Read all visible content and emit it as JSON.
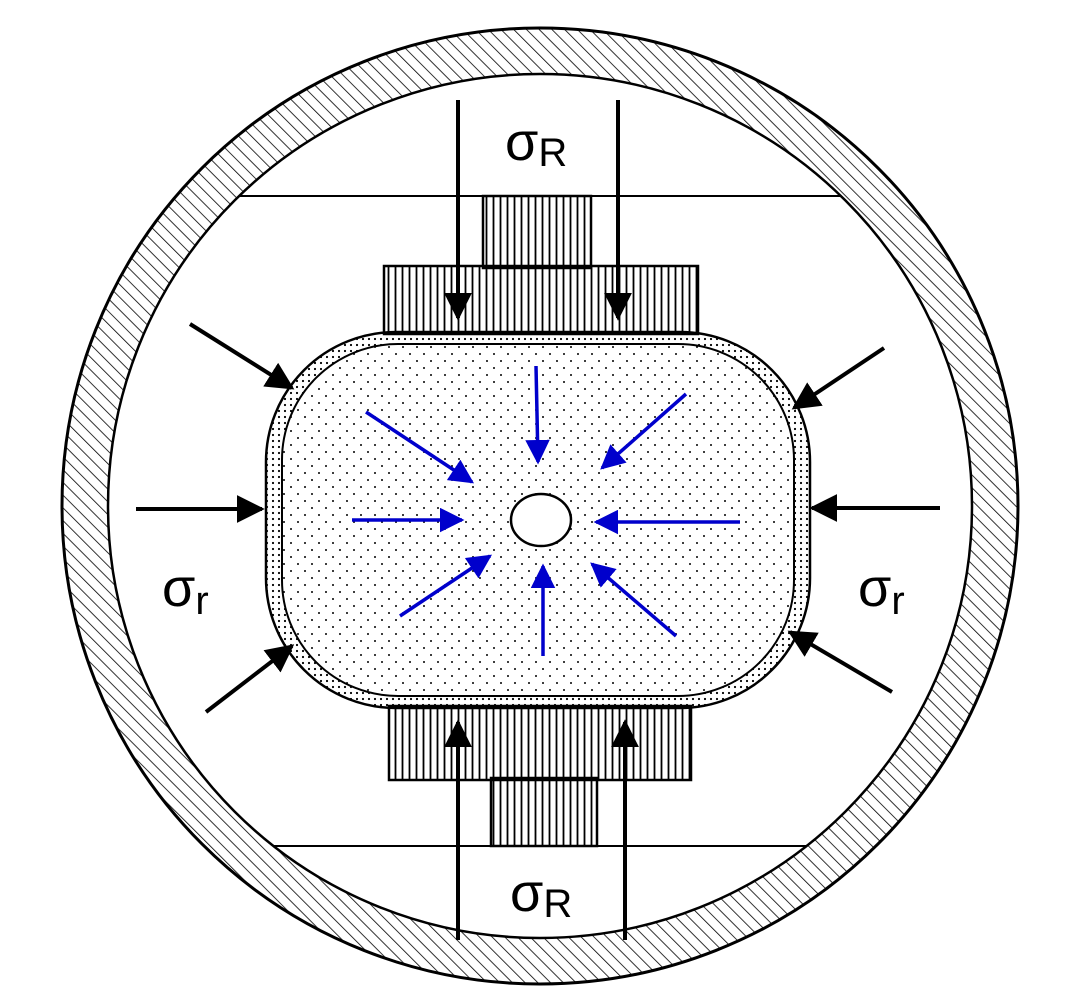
{
  "labels": {
    "stress_axial_top": {
      "symbol": "σ",
      "subscript": "R"
    },
    "stress_axial_bottom": {
      "symbol": "σ",
      "subscript": "R"
    },
    "stress_radial_left": {
      "symbol": "σ",
      "subscript": "r"
    },
    "stress_radial_right": {
      "symbol": "σ",
      "subscript": "r"
    }
  },
  "colors": {
    "line": "#000000",
    "inner_arrows": "#0000cc",
    "background": "#ffffff"
  }
}
